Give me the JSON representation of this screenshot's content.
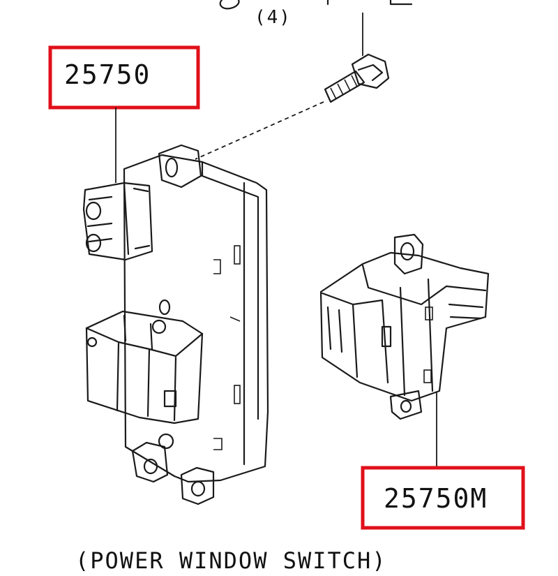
{
  "diagram": {
    "qty_label": "(4)",
    "callouts": [
      {
        "part_number": "25750",
        "highlight_color": "#e0101a"
      },
      {
        "part_number": "25750M",
        "highlight_color": "#e0101a"
      }
    ],
    "caption": "(POWER WINDOW SWITCH)"
  }
}
